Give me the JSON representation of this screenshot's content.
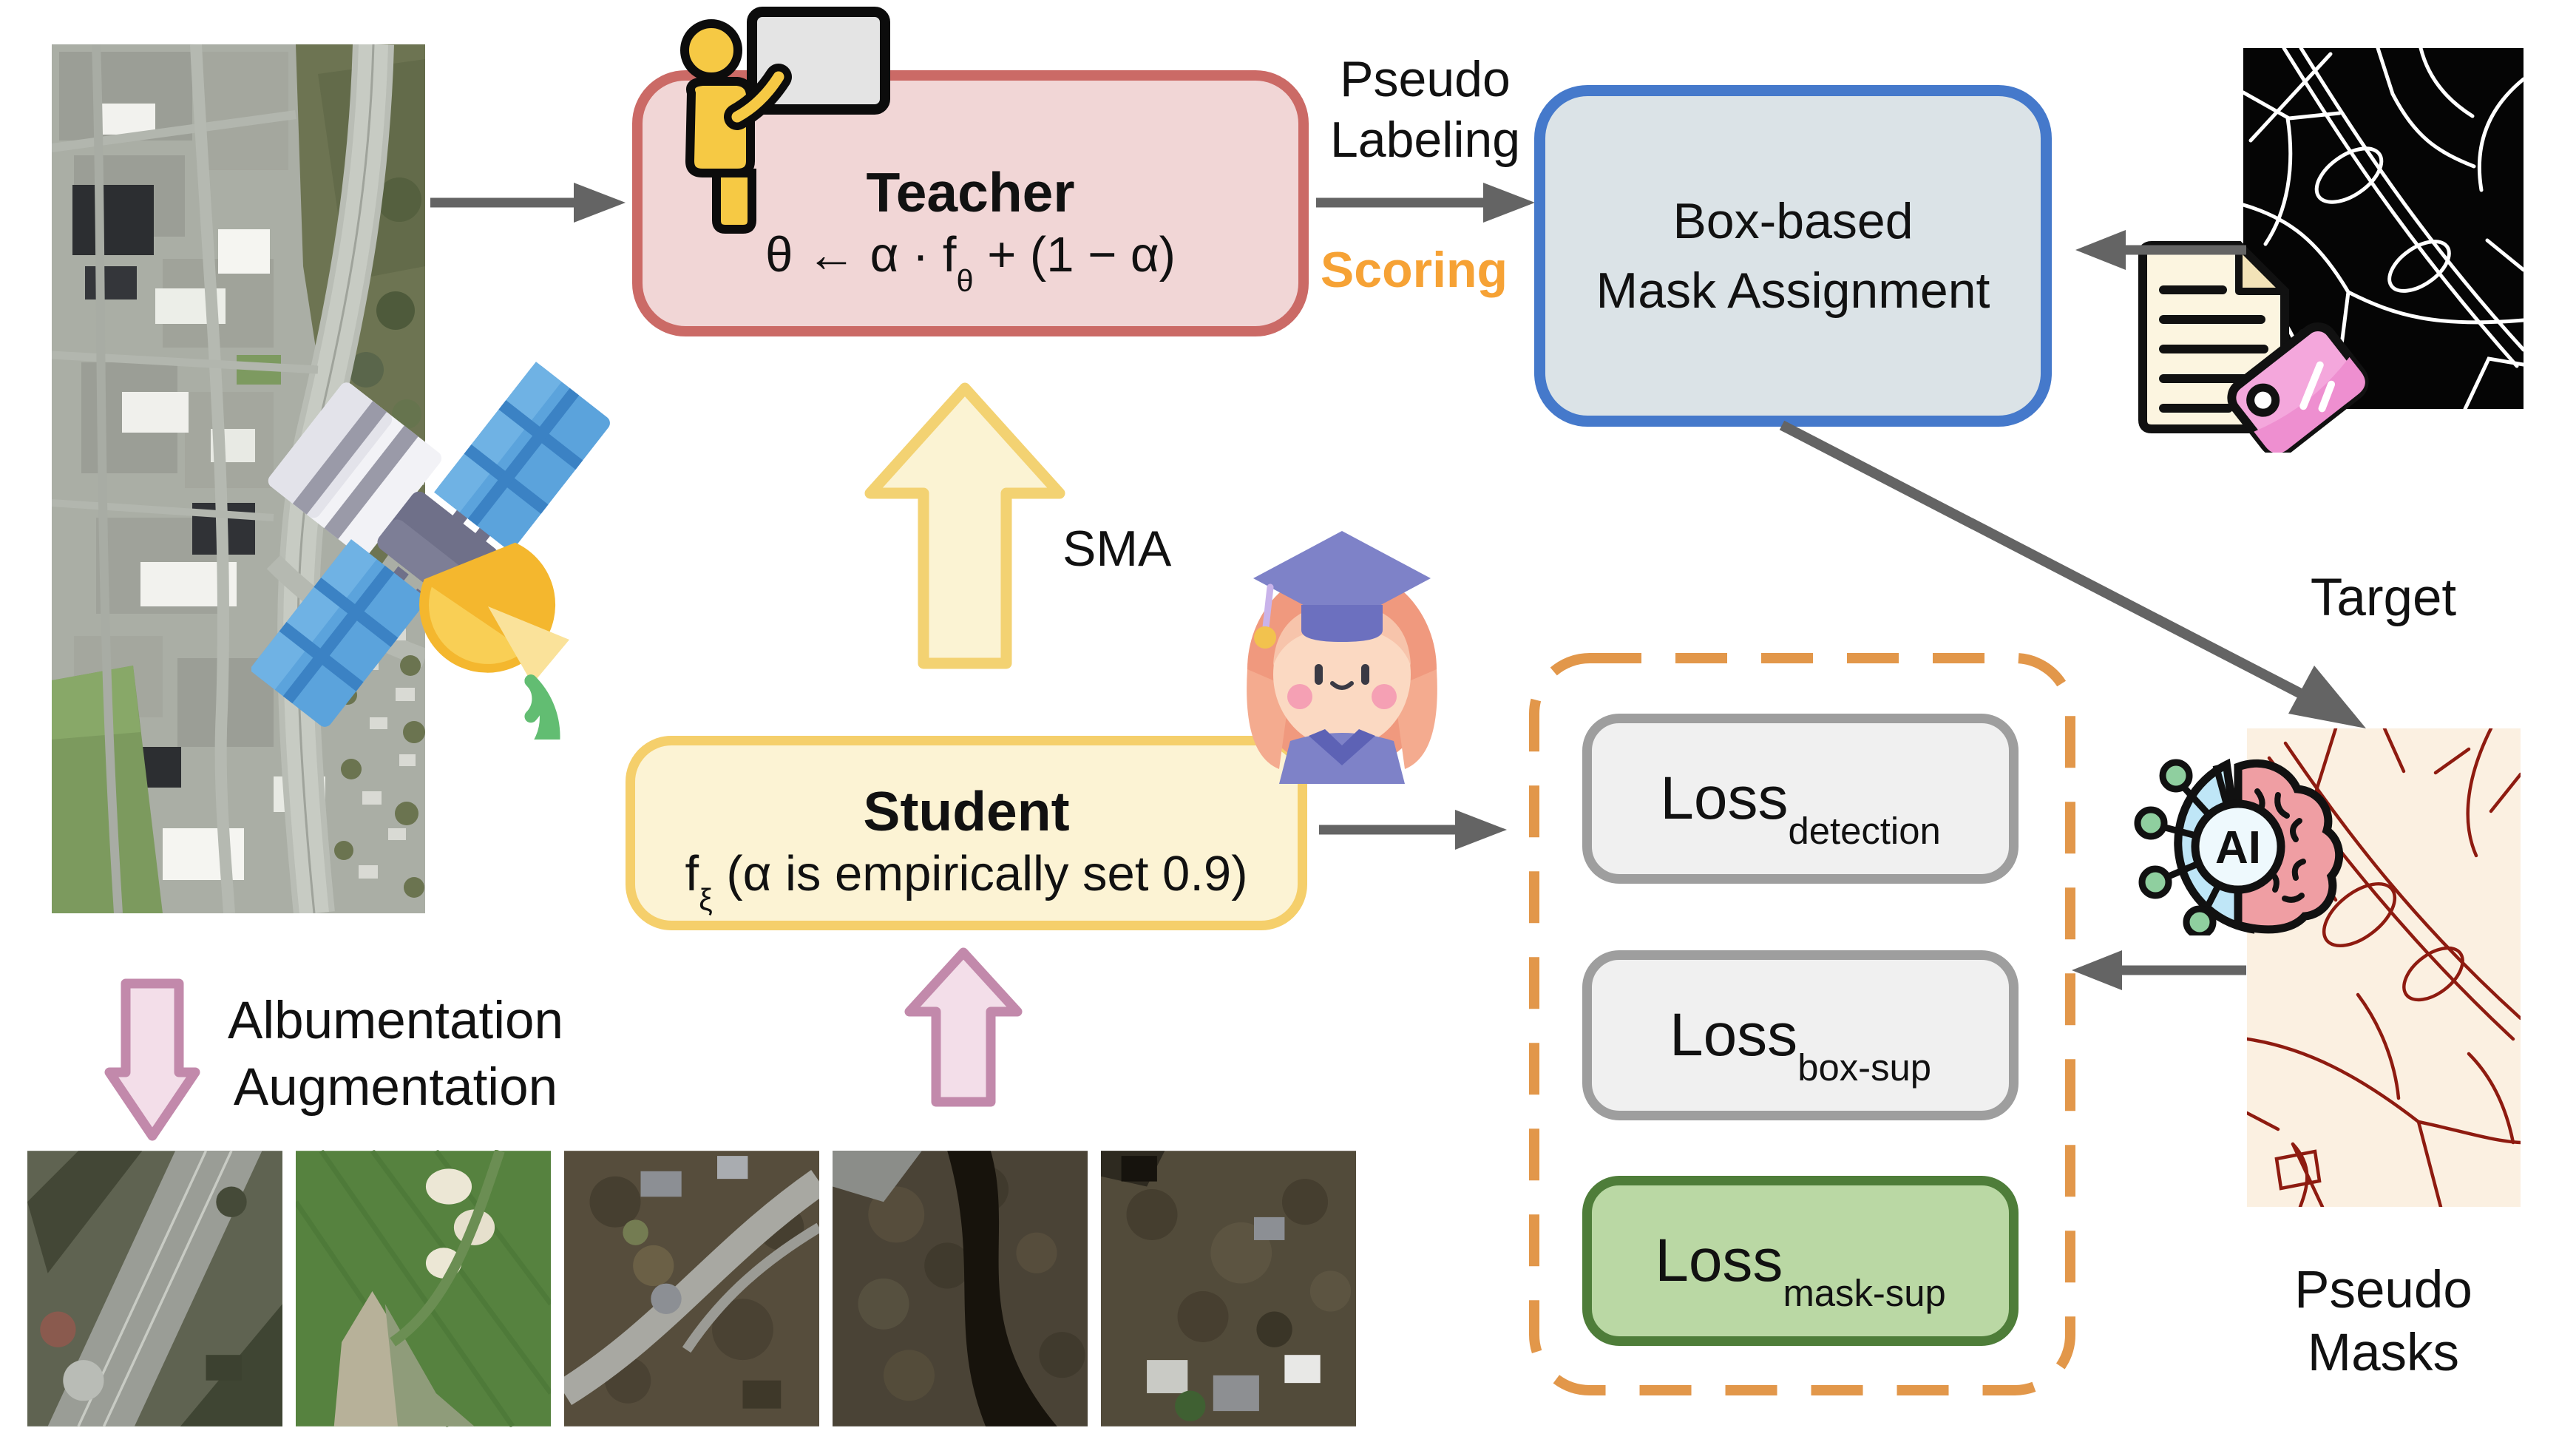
{
  "nodes": {
    "teacher": {
      "title": "Teacher",
      "formula_f": "θ ← α · f",
      "formula_sub": "θ",
      "formula_rest": " + (1 − α)"
    },
    "student": {
      "title": "Student",
      "formula_f": "f",
      "formula_sub": "ξ",
      "formula_rest": " (α is empirically set 0.9)"
    },
    "box_assignment": {
      "line1": "Box-based",
      "line2": "Mask Assignment"
    }
  },
  "losses": [
    {
      "base": "Loss",
      "sub": "detection",
      "variant": "gray"
    },
    {
      "base": "Loss",
      "sub": "box-sup",
      "variant": "gray"
    },
    {
      "base": "Loss",
      "sub": "mask-sup",
      "variant": "green"
    }
  ],
  "labels": {
    "pseudo_labeling": [
      "Pseudo",
      "Labeling"
    ],
    "scoring": "Scoring",
    "sma": "SMA",
    "target": "Target",
    "pseudo_masks": [
      "Pseudo",
      "Masks"
    ],
    "augmentation": [
      "Albumentation",
      "Augmentation"
    ],
    "ai_badge": "AI"
  },
  "images": {
    "aerial_input": "satellite aerial photo of a town with highway",
    "target_mask": "black road-network ground-truth mask with white lines",
    "pseudo_mask": "cream road-network pseudo mask with dark red lines",
    "augmented_tiles": [
      "augmented crop: diagonal highway",
      "augmented crop: golf course with bunkers",
      "augmented crop: forest with diagonal road",
      "augmented crop: dark forest with river",
      "augmented crop: forest with buildings"
    ]
  },
  "icons": {
    "satellite": "satellite-icon",
    "teacher": "teacher-presenter-icon",
    "student": "graduate-student-icon",
    "document_tag": "labeled-document-icon",
    "ai_brain": "ai-brain-icon"
  },
  "colors": {
    "arrow_gray": "#646464",
    "teacher_border": "#cb6a66",
    "teacher_fill": "#f1d6d6",
    "student_border": "#f5cf6b",
    "student_fill": "#fcf3d4",
    "assign_border": "#4579cb",
    "assign_fill": "#dbe3e7",
    "loss_gray_border": "#9e9e9e",
    "loss_green_border": "#4e7d39",
    "dashed_container": "#e2974a",
    "scoring_text": "#f6a235",
    "sma_arrow": "#f3d272",
    "pink_arrow": "#c289ab"
  }
}
